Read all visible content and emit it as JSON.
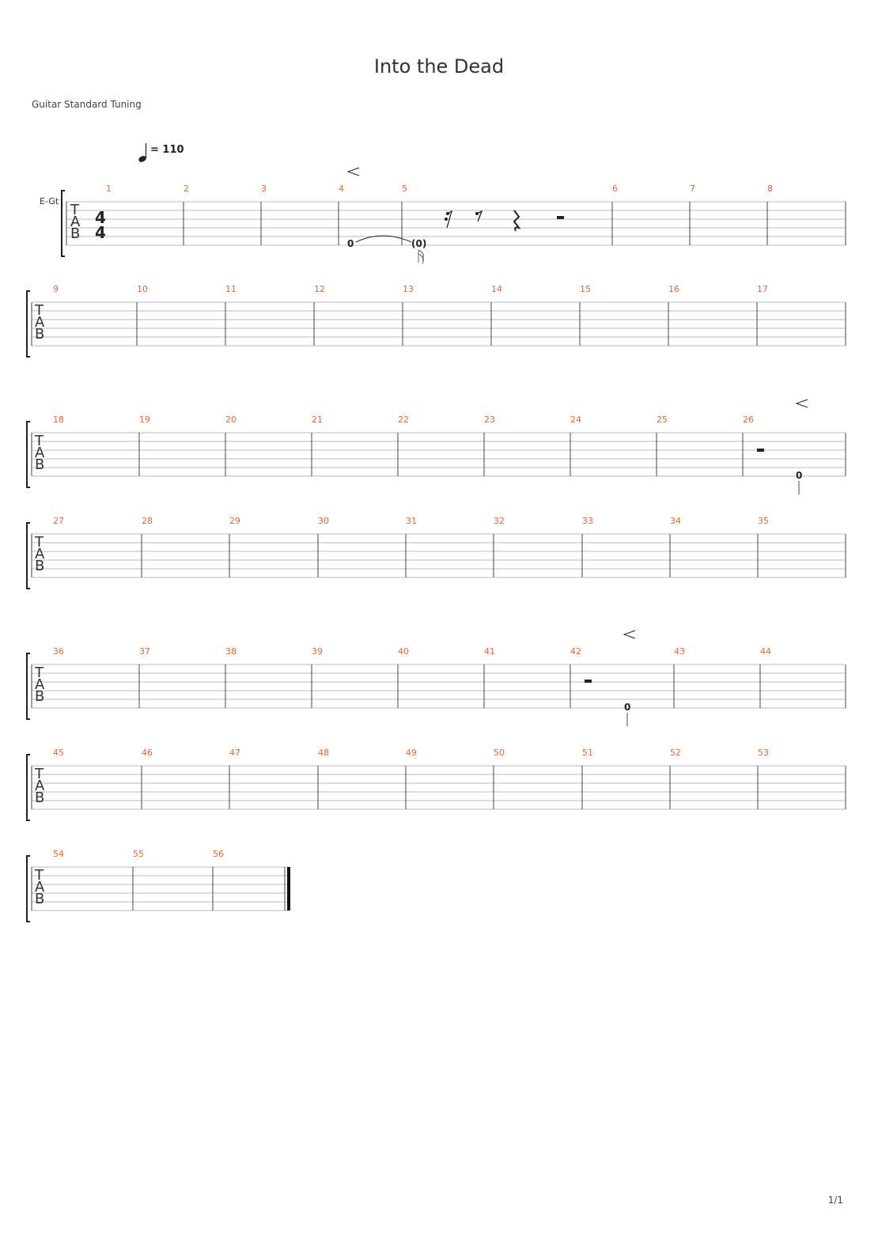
{
  "song": {
    "title": "Into the Dead",
    "tuning": "Guitar Standard Tuning"
  },
  "tempo": {
    "equals": "= 110",
    "note_icon": "half-note-icon"
  },
  "track": {
    "label": "E-Gt",
    "clef": [
      "T",
      "A",
      "B"
    ],
    "time_signature": {
      "top": "4",
      "bottom": "4"
    }
  },
  "colors": {
    "measure_number": "#e8642c",
    "staff_line": "#bbbbbb",
    "barline": "#444444"
  },
  "notes": {
    "fret_zero": "0",
    "fret_zero_tied": "(0)"
  },
  "systems": [
    {
      "measures": [
        "1",
        "2",
        "3",
        "4",
        "5",
        "6",
        "7",
        "8"
      ]
    },
    {
      "measures": [
        "9",
        "10",
        "11",
        "12",
        "13",
        "14",
        "15",
        "16",
        "17"
      ]
    },
    {
      "measures": [
        "18",
        "19",
        "20",
        "21",
        "22",
        "23",
        "24",
        "25",
        "26"
      ]
    },
    {
      "measures": [
        "27",
        "28",
        "29",
        "30",
        "31",
        "32",
        "33",
        "34",
        "35"
      ]
    },
    {
      "measures": [
        "36",
        "37",
        "38",
        "39",
        "40",
        "41",
        "42",
        "43",
        "44"
      ]
    },
    {
      "measures": [
        "45",
        "46",
        "47",
        "48",
        "49",
        "50",
        "51",
        "52",
        "53"
      ]
    },
    {
      "measures": [
        "54",
        "55",
        "56"
      ]
    }
  ],
  "footer": {
    "page": "1/1"
  }
}
